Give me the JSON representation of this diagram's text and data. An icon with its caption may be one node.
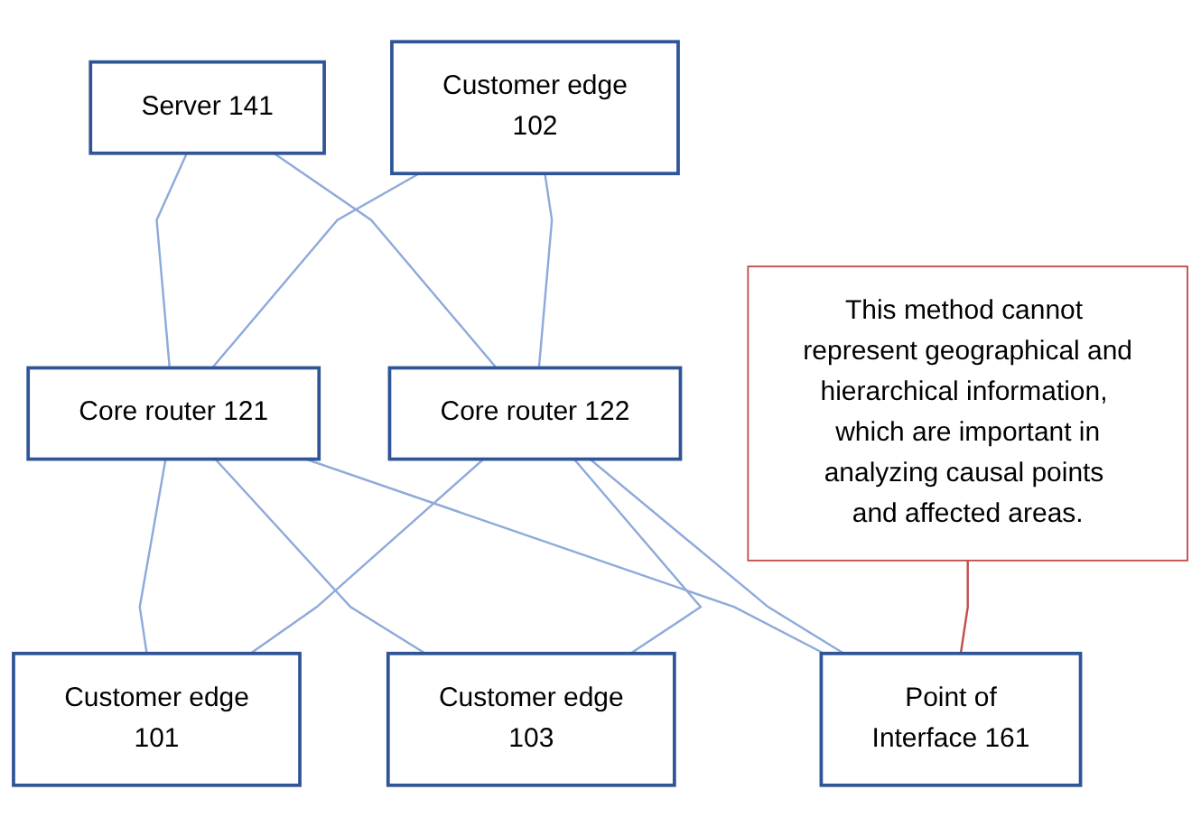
{
  "diagram": {
    "nodes": [
      {
        "text": [
          "Server 141"
        ]
      },
      {
        "text": [
          "Customer edge 102"
        ]
      },
      {
        "text": [
          "Core router 121"
        ]
      },
      {
        "text": [
          "Core router 122"
        ]
      },
      {
        "text": [
          "Customer edge 101"
        ]
      },
      {
        "text": [
          "Customer edge 103"
        ]
      },
      {
        "text": [
          "Point of Interface 161"
        ]
      },
      {
        "text": [
          "This method cannot represent geographical and hierarchical information, which are important in analyzing causal points and affected areas."
        ]
      }
    ],
    "edges": [
      {
        "from": 0,
        "to": 2,
        "arrow": "none"
      },
      {
        "from": 0,
        "to": 3,
        "arrow": "none"
      },
      {
        "from": 1,
        "to": 2,
        "arrow": "none"
      },
      {
        "from": 1,
        "to": 3,
        "arrow": "none"
      },
      {
        "from": 2,
        "to": 4,
        "arrow": "none"
      },
      {
        "from": 2,
        "to": 5,
        "arrow": "none"
      },
      {
        "from": 2,
        "to": 6,
        "arrow": "none"
      },
      {
        "from": 3,
        "to": 4,
        "arrow": "none"
      },
      {
        "from": 3,
        "to": 5,
        "arrow": "none"
      },
      {
        "from": 3,
        "to": 6,
        "arrow": "none"
      },
      {
        "from": 7,
        "to": 6,
        "arrow": "none",
        "color": "#c0504d"
      }
    ]
  }
}
